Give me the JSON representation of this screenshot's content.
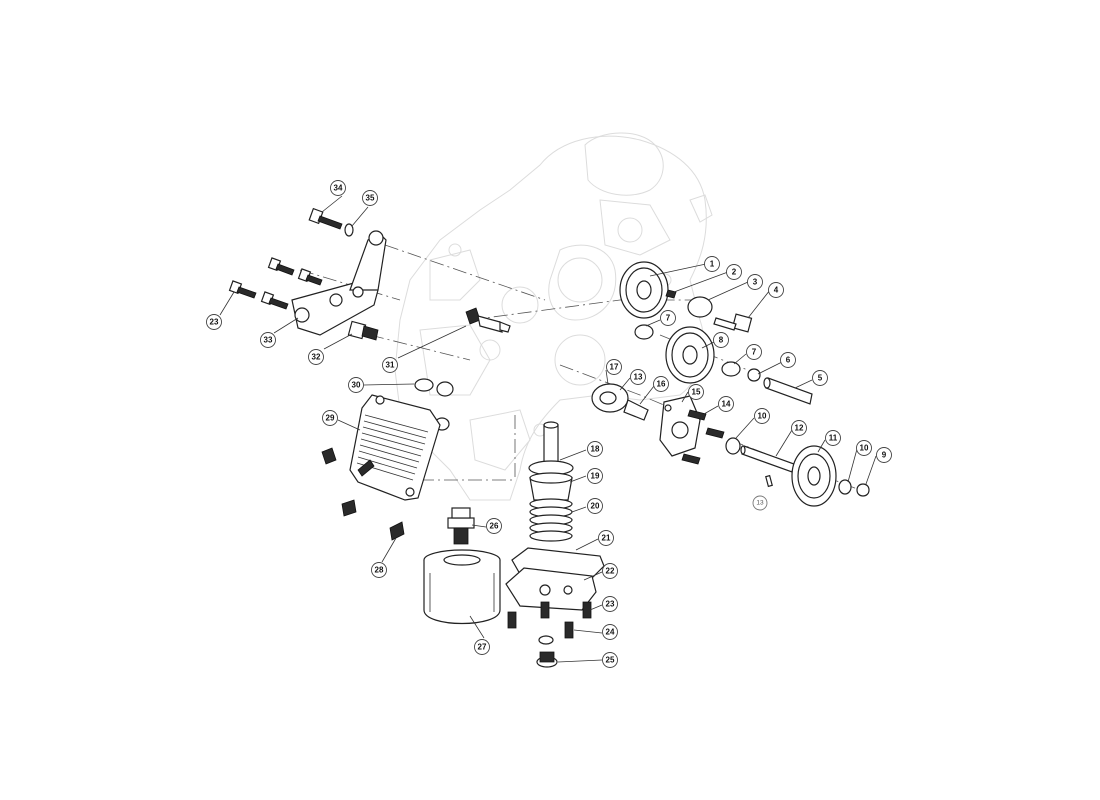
{
  "callouts": [
    "1",
    "2",
    "3",
    "4",
    "5",
    "6",
    "7",
    "7",
    "8",
    "9",
    "10",
    "10",
    "11",
    "12",
    "13",
    "13",
    "14",
    "15",
    "16",
    "17",
    "18",
    "19",
    "20",
    "21",
    "22",
    "23",
    "23",
    "24",
    "25",
    "26",
    "27",
    "28",
    "29",
    "30",
    "31",
    "32",
    "33",
    "34",
    "35"
  ]
}
